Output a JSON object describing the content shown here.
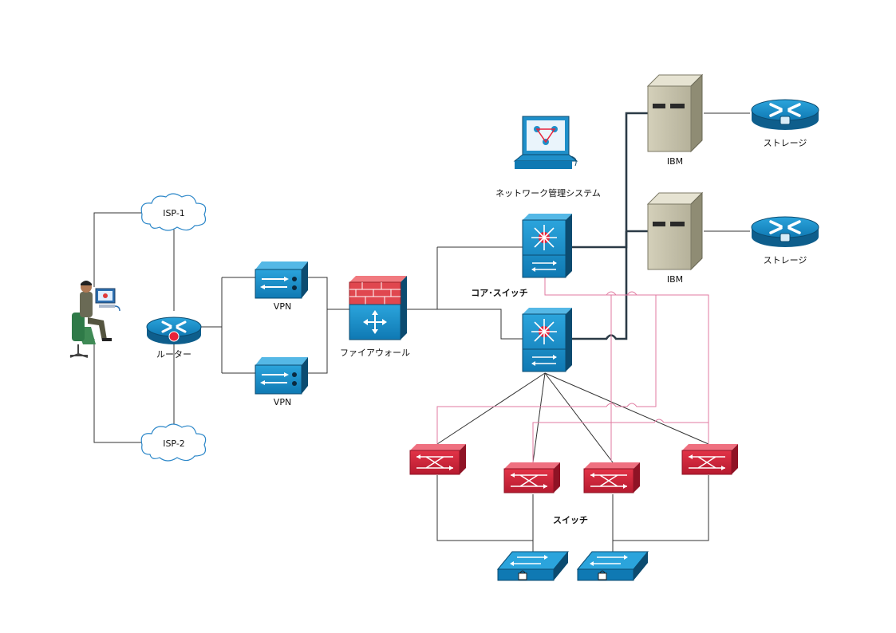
{
  "diagram": {
    "labels": {
      "isp1": "ISP-1",
      "isp2": "ISP-2",
      "router": "ルーター",
      "vpn_top": "VPN",
      "vpn_bottom": "VPN",
      "firewall": "ファイアウォール",
      "nms": "ネットワーク管理システム",
      "core_switch": "コア･スイッチ",
      "server_top": "IBM",
      "server_bottom": "IBM",
      "storage_top": "ストレージ",
      "storage_bottom": "ストレージ",
      "switch_group": "スイッチ"
    },
    "colors": {
      "cisco_blue": "#1f8fc9",
      "cisco_blue_dark": "#0e5e8c",
      "switch_red": "#d0223a",
      "switch_red_dark": "#8f1325",
      "firewall_brick": "#e0474f",
      "server_gray": "#c8c4ae",
      "redundant_link": "#e07aa0",
      "uplink": "#2b3a46"
    },
    "icons": {
      "user": "user-at-workstation-icon",
      "cloud": "cloud-icon",
      "router": "router-icon",
      "vpn": "vpn-concentrator-icon",
      "firewall": "firewall-icon",
      "nms": "network-management-terminal-icon",
      "core": "layer3-switch-icon",
      "server": "server-tower-icon",
      "storage": "storage-router-icon",
      "access": "access-switch-icon",
      "locked": "locked-workgroup-switch-icon"
    }
  }
}
